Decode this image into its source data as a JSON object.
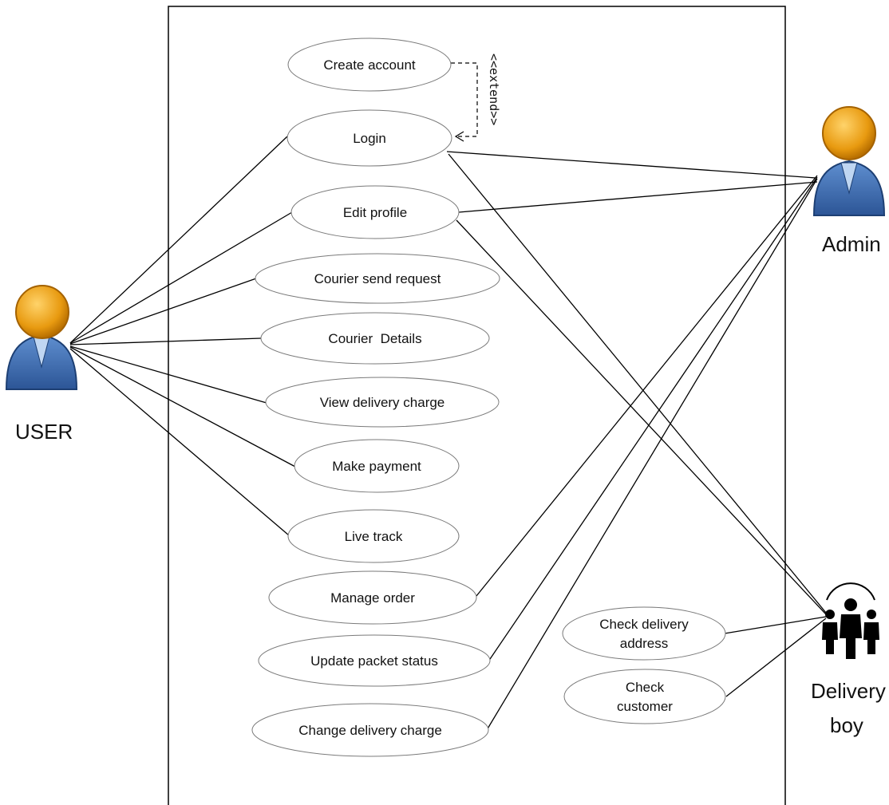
{
  "actors": {
    "user": "USER",
    "admin": "Admin",
    "delivery": [
      "Delivery",
      "boy"
    ]
  },
  "use_cases": [
    {
      "id": "create-account",
      "lines": [
        "Create account"
      ]
    },
    {
      "id": "login",
      "lines": [
        "Login"
      ]
    },
    {
      "id": "edit-profile",
      "lines": [
        "Edit profile"
      ]
    },
    {
      "id": "courier-send-request",
      "lines": [
        "Courier send request"
      ]
    },
    {
      "id": "courier-details",
      "lines": [
        "Courier  Details"
      ]
    },
    {
      "id": "view-delivery-charge",
      "lines": [
        "View delivery charge"
      ]
    },
    {
      "id": "make-payment",
      "lines": [
        "Make payment"
      ]
    },
    {
      "id": "live-track",
      "lines": [
        "Live track"
      ]
    },
    {
      "id": "manage-order",
      "lines": [
        "Manage order"
      ]
    },
    {
      "id": "update-packet-status",
      "lines": [
        "Update packet status"
      ]
    },
    {
      "id": "change-delivery-charge",
      "lines": [
        "Change delivery charge"
      ]
    },
    {
      "id": "check-delivery-address",
      "lines": [
        "Check delivery",
        "address"
      ]
    },
    {
      "id": "check-customer",
      "lines": [
        "Check",
        "customer"
      ]
    }
  ],
  "extend_label": "<<extend>>",
  "colors": {
    "actor_head": "#f0a51c",
    "actor_body": "#3a6db3",
    "line": "#000000"
  }
}
